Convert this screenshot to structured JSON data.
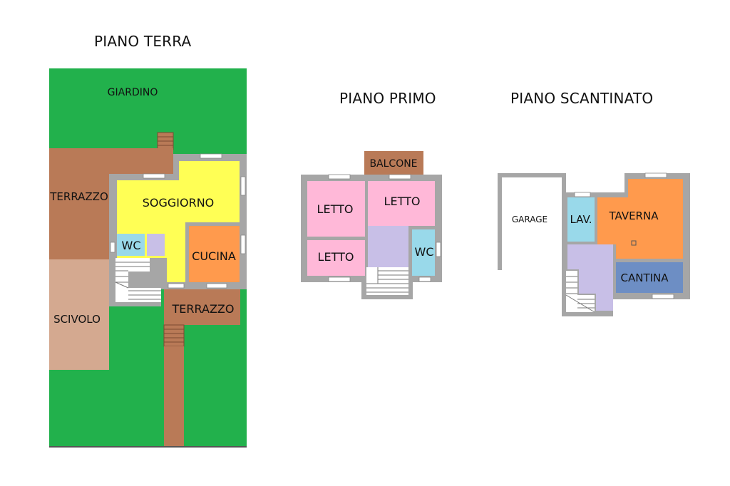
{
  "floors": {
    "ground": {
      "title": "PIANO TERRA",
      "rooms": {
        "garden": "GIARDINO",
        "terrace_left": "TERRAZZO",
        "living": "SOGGIORNO",
        "wc": "WC",
        "kitchen": "CUCINA",
        "ramp": "SCIVOLO",
        "terrace_bottom": "TERRAZZO"
      }
    },
    "first": {
      "title": "PIANO PRIMO",
      "rooms": {
        "balcony": "BALCONE",
        "bedroom_1": "LETTO",
        "bedroom_2": "LETTO",
        "bedroom_3": "LETTO",
        "wc": "WC"
      }
    },
    "basement": {
      "title": "PIANO SCANTINATO",
      "rooms": {
        "garage": "GARAGE",
        "laundry": "LAV.",
        "tavern": "TAVERNA",
        "cellar": "CANTINA"
      }
    }
  },
  "colors": {
    "garden": "#22b14c",
    "terrace": "#b97a57",
    "ramp": "#d4a990",
    "living": "#ffff55",
    "bathroom": "#99d9ea",
    "kitchen": "#ff9a4d",
    "bedroom": "#ffb8d8",
    "hall": "#c8bfe7",
    "cellar": "#6d8ec4",
    "wall": "#a6a6a6"
  }
}
